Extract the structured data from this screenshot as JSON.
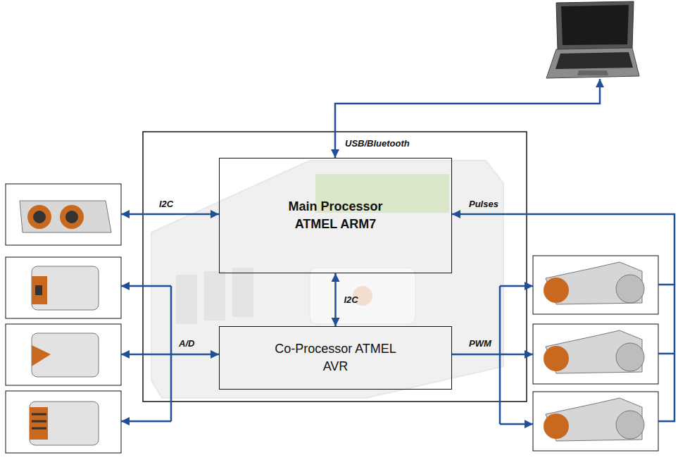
{
  "diagram": {
    "nodes": [
      {
        "text": [
          "Main Processor ATMEL ARM7"
        ]
      },
      {
        "text": [
          "Co-Processor ATMEL AVR"
        ]
      }
    ],
    "edges": [
      {
        "from": 0,
        "to": 1,
        "label": "I2C",
        "arrow": "both"
      }
    ],
    "labels": [
      "USB/Bluetooth",
      "I2C",
      "Pulses",
      "A/D",
      "PWM"
    ]
  }
}
